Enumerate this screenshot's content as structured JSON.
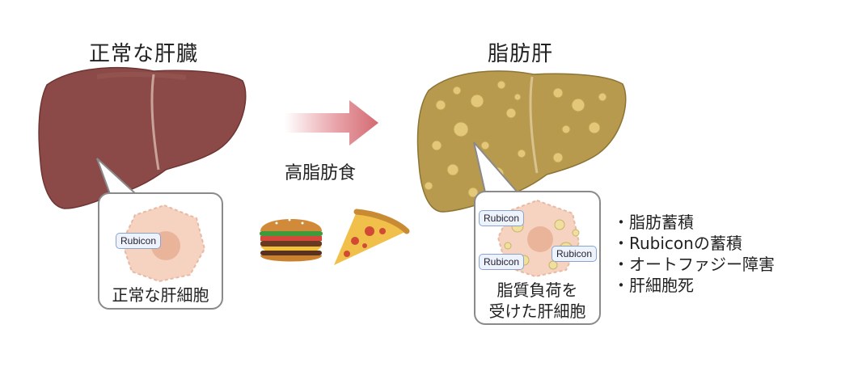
{
  "normal": {
    "title": "正常な肝臓",
    "cell_tag": "Rubicon",
    "caption": "正常な肝細胞"
  },
  "arrow": {
    "label": "高脂肪食"
  },
  "fatty": {
    "title": "脂肪肝",
    "cell_tags": [
      "Rubicon",
      "Rubicon",
      "Rubicon"
    ],
    "caption_line1": "脂質負荷を",
    "caption_line2": "受けた肝細胞",
    "bullets": [
      "脂肪蓄積",
      "Rubiconの蓄積",
      "オートファジー障害",
      "肝細胞死"
    ]
  },
  "colors": {
    "normal_liver": "#8b4a47",
    "fatty_liver": "#b89a4e",
    "arrow": "#d46a72",
    "callout_border": "#8a8a8a"
  }
}
